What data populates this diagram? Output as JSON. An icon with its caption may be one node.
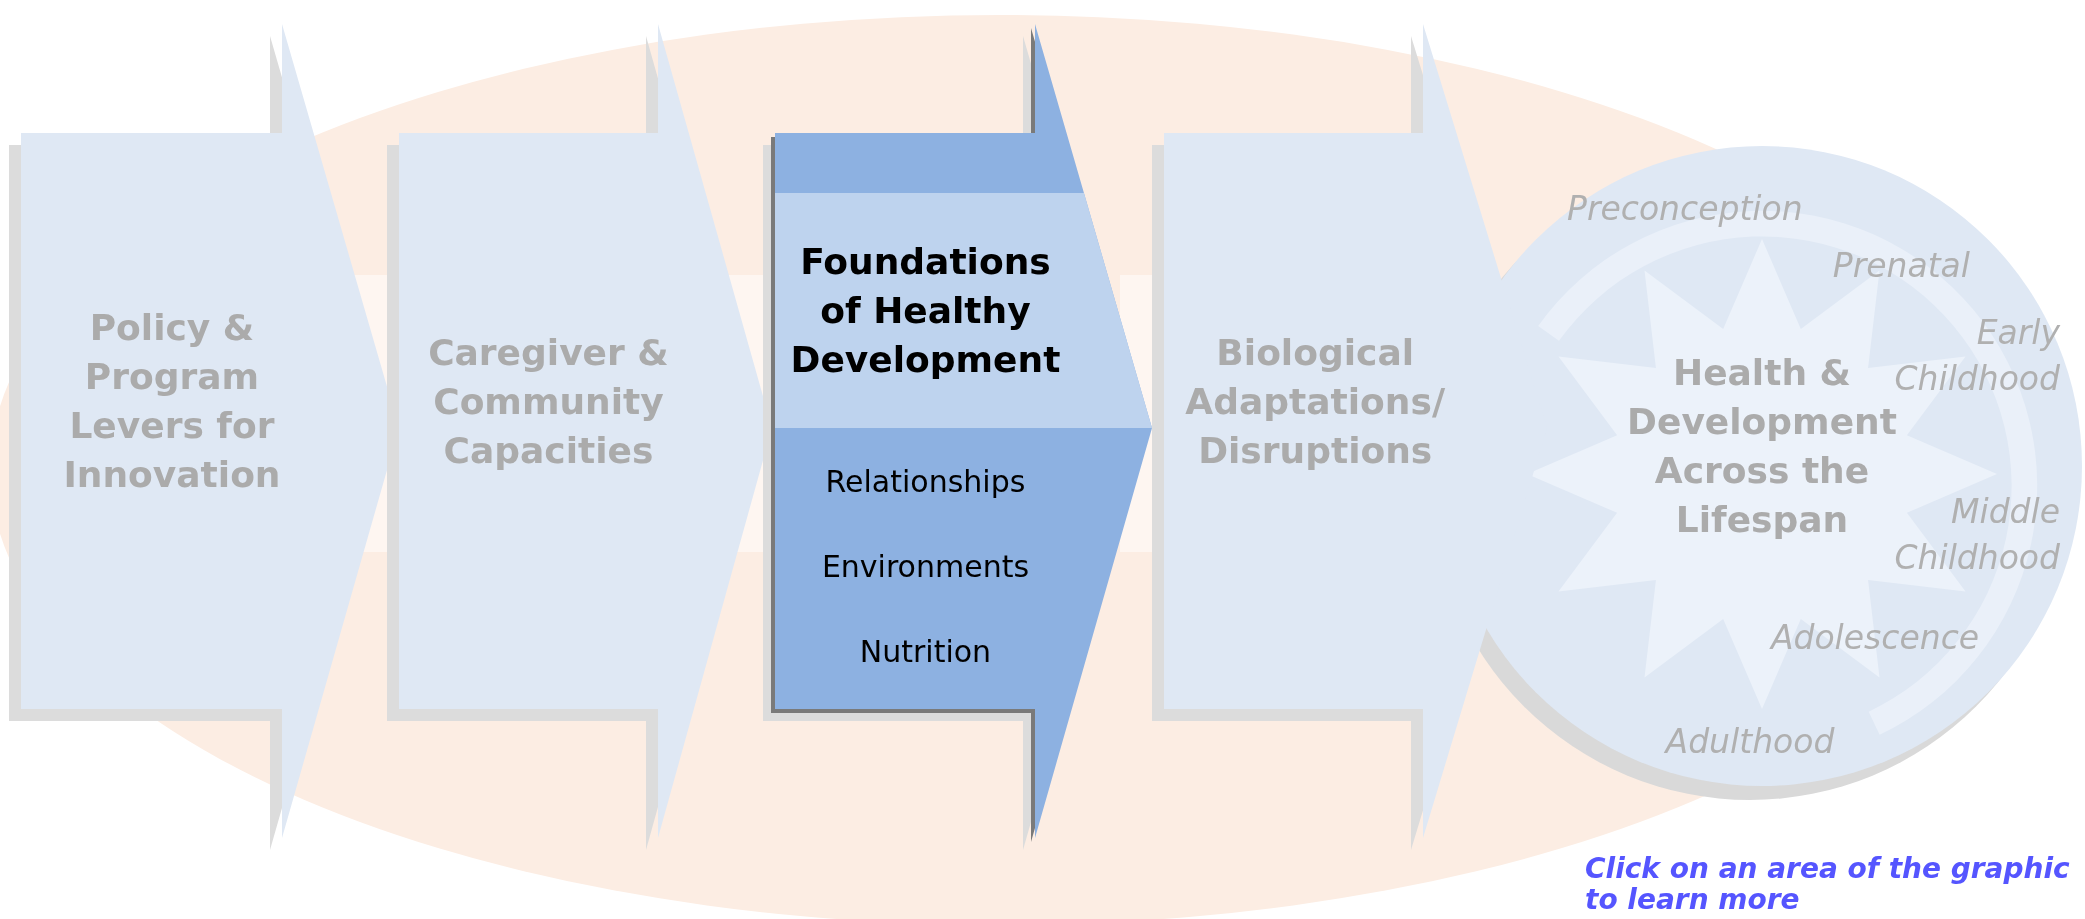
{
  "diagram": {
    "nodes": [
      {
        "text": [
          "Policy & Program Levers for Innovation"
        ]
      },
      {
        "text": [
          "Caregiver & Community Capacities"
        ]
      },
      {
        "text": [
          "Foundations of Healthy Development",
          "Relationships",
          "Environments",
          "Nutrition"
        ]
      },
      {
        "text": [
          "Biological Adaptations/ Disruptions"
        ]
      },
      {
        "text": [
          "Health & Development Across the Lifespan"
        ]
      }
    ],
    "labels": [
      "Preconception",
      "Prenatal",
      "Early Childhood",
      "Middle Childhood",
      "Adolescence",
      "Adulthood",
      "Click on an area of the graphic to learn more"
    ]
  }
}
